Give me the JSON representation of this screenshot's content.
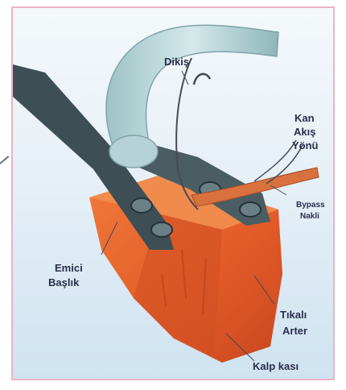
{
  "labels": {
    "stitch": "Dikiş",
    "blood_flow_1": "Kan",
    "blood_flow_2": "Akış",
    "blood_flow_3": "Yönü",
    "bypass_1": "Bypass",
    "bypass_2": "Nakli",
    "suction_1": "Emici",
    "suction_2": "Başlık",
    "blocked_1": "Tıkalı",
    "blocked_2": "Arter",
    "heart_muscle": "Kalp kası"
  },
  "colors": {
    "heart_muscle": "#e8622c",
    "vessel": "#b9d6d9",
    "device": "#3d4f55",
    "graft": "#d9713f",
    "label_text": "#2b2f4a"
  }
}
